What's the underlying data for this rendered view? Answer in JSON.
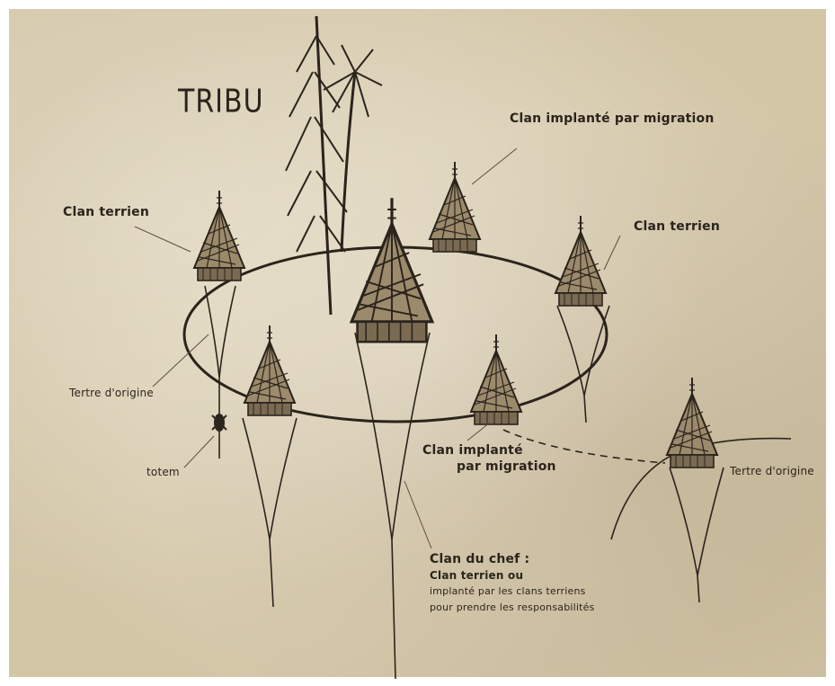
{
  "title": "TRIBU",
  "labels": {
    "clan_terrien_left": "Clan terrien",
    "clan_terrien_right": "Clan terrien",
    "clan_implante_top": "Clan implanté par migration",
    "clan_implante_mid_line1": "Clan implanté",
    "clan_implante_mid_line2": "par migration",
    "tertre_left": "Tertre d'origine",
    "tertre_right": "Tertre d'origine",
    "totem": "totem",
    "chef_line1": "Clan du chef :",
    "chef_line2": "Clan terrien ou",
    "chef_line3": "implanté par les clans terriens",
    "chef_line4": "pour prendre les responsabilités"
  },
  "colors": {
    "ink": "#2b241c",
    "paper": "#ddd1b6"
  },
  "icons": [
    "hut-icon",
    "palm-tree-icon",
    "pine-tree-icon",
    "totem-icon"
  ]
}
